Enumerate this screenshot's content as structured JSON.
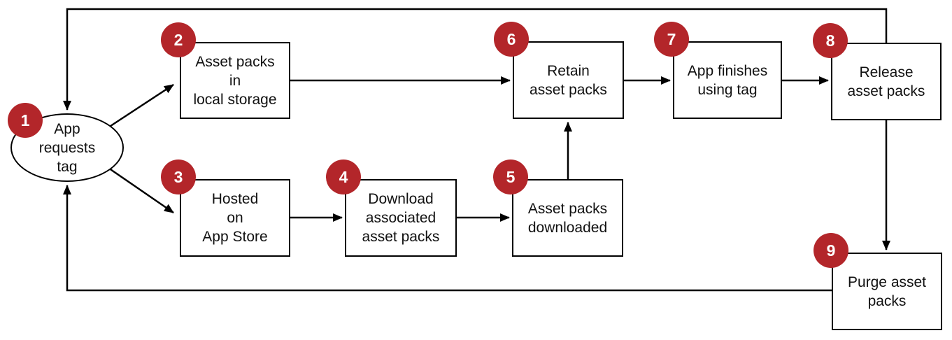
{
  "diagram": {
    "description": "Asset pack lifecycle flowchart",
    "background_color": "#ffffff",
    "badge_color": "#b3262a",
    "badge_text_color": "#ffffff",
    "node_fill_color": "#ffffff",
    "node_border_color": "#000000",
    "line_color": "#000000",
    "text_color": "#111111"
  },
  "nodes": [
    {
      "step": "1",
      "shape": "ellipse",
      "label": "App\nrequests\ntag"
    },
    {
      "step": "2",
      "shape": "rect",
      "label": "Asset packs\nin\nlocal storage"
    },
    {
      "step": "3",
      "shape": "rect",
      "label": "Hosted\non\nApp Store"
    },
    {
      "step": "4",
      "shape": "rect",
      "label": "Download\nassociated\nasset packs"
    },
    {
      "step": "5",
      "shape": "rect",
      "label": "Asset packs\ndownloaded"
    },
    {
      "step": "6",
      "shape": "rect",
      "label": "Retain\nasset packs"
    },
    {
      "step": "7",
      "shape": "rect",
      "label": "App finishes\nusing tag"
    },
    {
      "step": "8",
      "shape": "rect",
      "label": "Release\nasset packs"
    },
    {
      "step": "9",
      "shape": "rect",
      "label": "Purge asset\npacks"
    }
  ],
  "edges": [
    {
      "from": "1",
      "to": "2"
    },
    {
      "from": "1",
      "to": "3"
    },
    {
      "from": "2",
      "to": "6"
    },
    {
      "from": "3",
      "to": "4"
    },
    {
      "from": "4",
      "to": "5"
    },
    {
      "from": "5",
      "to": "6"
    },
    {
      "from": "6",
      "to": "7"
    },
    {
      "from": "7",
      "to": "8"
    },
    {
      "from": "8",
      "to": "9"
    },
    {
      "from": "8",
      "to": "1"
    },
    {
      "from": "9",
      "to": "1"
    }
  ]
}
